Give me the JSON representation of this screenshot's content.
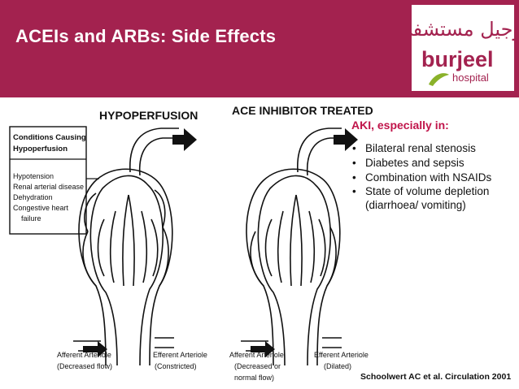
{
  "slide": {
    "title": "ACEIs and ARBs: Side Effects",
    "colors": {
      "header": "#a3224f",
      "accent": "#c0144a",
      "logo_green": "#8ab22a"
    }
  },
  "logo": {
    "arabic": "برجيل مستشفى",
    "brand": "burjeel",
    "sub": "hospital"
  },
  "diagram": {
    "left_title": "HYPOPERFUSION",
    "right_title": "ACE INHIBITOR TREATED",
    "conditions_header": [
      "Conditions Causing",
      "Hypoperfusion"
    ],
    "conditions": [
      "Hypotension",
      "Renal arterial disease",
      "Dehydration",
      "Congestive heart",
      "failure"
    ],
    "left_labels": {
      "afferent": [
        "Afferent Arteriole",
        "(Decreased flow)"
      ],
      "efferent": [
        "Efferent Arteriole",
        "(Constricted)"
      ]
    },
    "right_labels": {
      "afferent": [
        "Afferent Arteriole",
        "(Decreased or",
        "normal flow)"
      ],
      "efferent": [
        "Efferent Arteriole",
        "(Dilated)"
      ]
    }
  },
  "aki": {
    "title": "AKI, especially in:",
    "items": [
      "Bilateral renal stenosis",
      "Diabetes and sepsis",
      "Combination with NSAIDs",
      "State of volume depletion (diarrhoea/ vomiting)"
    ]
  },
  "citation": "Schoolwert AC et al. Circulation 2001"
}
